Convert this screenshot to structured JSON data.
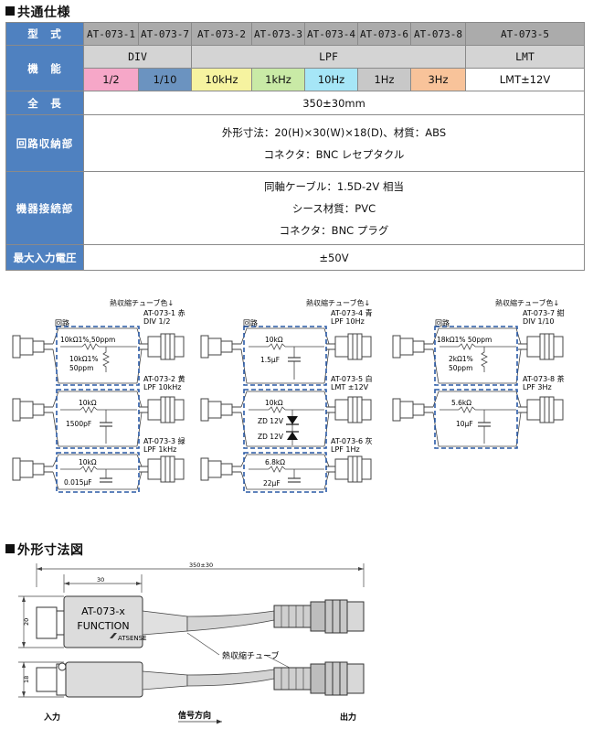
{
  "titles": {
    "spec": "共通仕様",
    "dims": "外形寸法図"
  },
  "table": {
    "model_header": "型　式",
    "models": [
      "AT-073-1",
      "AT-073-7",
      "AT-073-2",
      "AT-073-3",
      "AT-073-4",
      "AT-073-6",
      "AT-073-8",
      "AT-073-5"
    ],
    "function_header": "機　能",
    "groups": {
      "div": "DIV",
      "lpf": "LPF",
      "lmt": "LMT"
    },
    "functions": [
      "1/2",
      "1/10",
      "10kHz",
      "1kHz",
      "10Hz",
      "1Hz",
      "3Hz",
      "LMT±12V"
    ],
    "cell_colors": [
      "#f6a7c8",
      "#6b93c0",
      "#f6f3a0",
      "#c9eaa6",
      "#a6e6f7",
      "#c8c8c8",
      "#f8c39a",
      "#ffffff"
    ],
    "length_header": "全　長",
    "length_value": "350±30mm",
    "housing_header": "回路収納部",
    "housing_lines": [
      "外形寸法：20(H)×30(W)×18(D)、材質：ABS",
      "コネクタ：BNC レセプタクル"
    ],
    "cable_header": "機器接続部",
    "cable_lines": [
      "同軸ケーブル：1.5D-2V 相当",
      "シース材質：PVC",
      "コネクタ：BNC プラグ"
    ],
    "maxv_header": "最大入力電圧",
    "maxv_value": "±50V"
  },
  "circuits": {
    "tube_label": "熱収縮チューブ色↓",
    "circuit_label": "回路",
    "groups": [
      {
        "items": [
          {
            "model": "AT-073-1 赤",
            "func": "DIV 1/2",
            "r1": "10kΩ1%,50ppm",
            "r2": "10kΩ1%",
            "r2b": "50ppm"
          },
          {
            "model": "AT-073-2 黄",
            "func": "LPF 10kHz",
            "r1": "10kΩ",
            "cap": "1500pF"
          },
          {
            "model": "AT-073-3 緑",
            "func": "LPF 1kHz",
            "r1": "10kΩ",
            "cap": "0.015μF"
          }
        ]
      },
      {
        "items": [
          {
            "model": "AT-073-4 青",
            "func": "LPF 10Hz",
            "r1": "10kΩ",
            "cap": "1.5μF"
          },
          {
            "model": "AT-073-5 白",
            "func": "LMT ±12V",
            "r1": "10kΩ",
            "zd1": "ZD 12V",
            "zd2": "ZD 12V"
          },
          {
            "model": "AT-073-6 灰",
            "func": "LPF 1Hz",
            "r1": "6.8kΩ",
            "cap": "22μF"
          }
        ]
      },
      {
        "items": [
          {
            "model": "AT-073-7 紺",
            "func": "DIV 1/10",
            "r1": "18kΩ1% 50ppm",
            "r2": "2kΩ1%",
            "r2b": "50ppm"
          },
          {
            "model": "AT-073-8 茶",
            "func": "LPF 3Hz",
            "r1": "5.6kΩ",
            "cap": "10μF"
          }
        ]
      }
    ]
  },
  "dims": {
    "total": "350±30",
    "width": "30",
    "height": "20",
    "depth": "18",
    "box_model": "AT-073-x",
    "box_func": "FUNCTION",
    "brand": "ATSENSE",
    "tube": "熱収縮チューブ",
    "input": "入力",
    "direction": "信号方向",
    "output": "出力"
  }
}
